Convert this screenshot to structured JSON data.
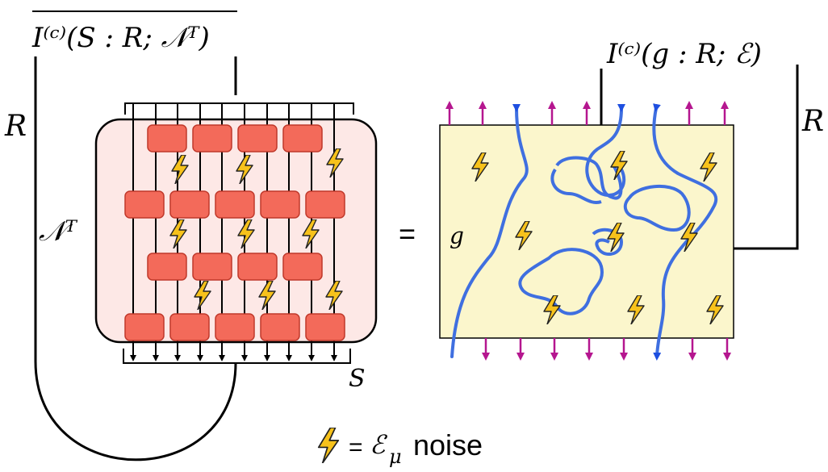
{
  "labels": {
    "left_info": "I⁽ᶜ⁾(S : R; 𝒩ᵀ)",
    "right_info": "I⁽ᶜ⁾(g : R; ℰ)",
    "R_left": "R",
    "R_right": "R",
    "channel": "𝒩ᵀ",
    "S": "S",
    "g": "g",
    "equals": "=",
    "legend_eq": "=",
    "legend_symbol": "ℰ",
    "legend_sub": "μ",
    "legend_word": "noise"
  },
  "colors": {
    "gate_fill": "#f36a5a",
    "gate_stroke": "#c0392b",
    "circuit_bg": "#fde8e6",
    "bulk_bg": "#fbf6cc",
    "blue_line": "#3f6fe0",
    "blue_arrow": "#1e4fe0",
    "magenta_arrow": "#b5168f",
    "bolt_fill": "#f7c21b",
    "bolt_stroke": "#222222"
  }
}
